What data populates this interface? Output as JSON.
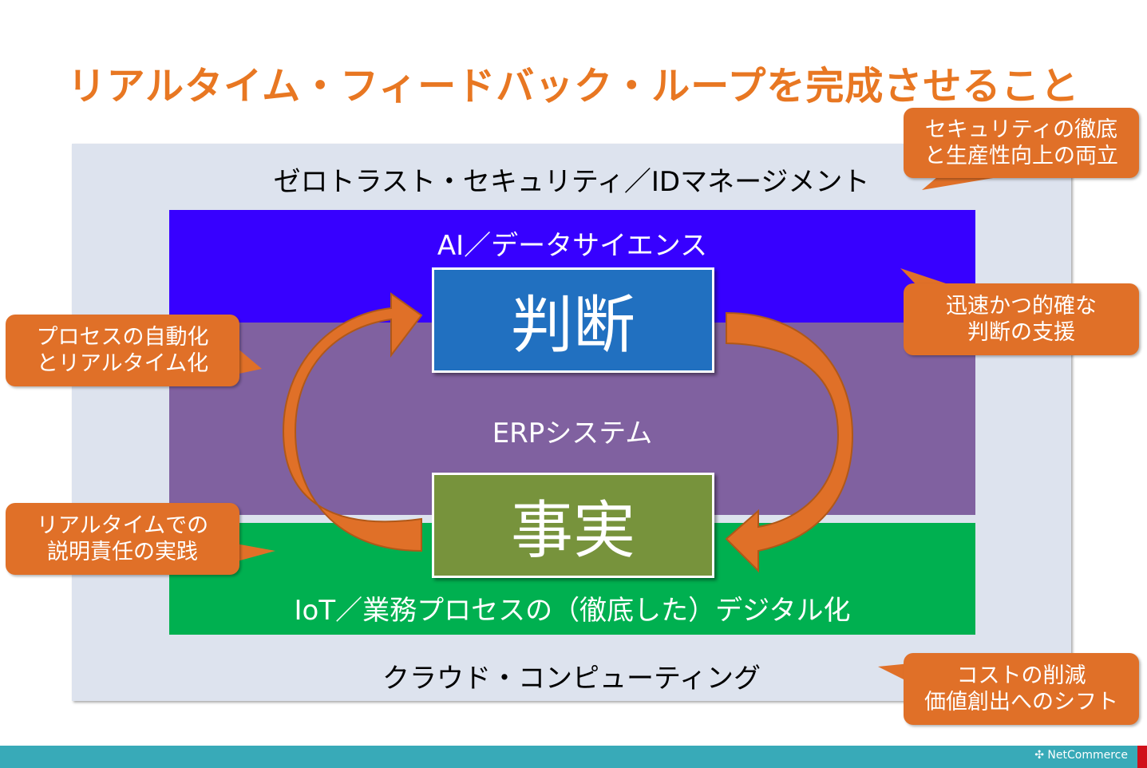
{
  "title": "リアルタイム・フィードバック・ループを完成させること",
  "layers": {
    "top": "ゼロトラスト・セキュリティ／IDマネージメント",
    "ai": "AI／データサイエンス",
    "erp": "ERPシステム",
    "iot": "IoT／業務プロセスの（徹底した）デジタル化",
    "cloud": "クラウド・コンピューティング"
  },
  "boxes": {
    "judge": "判断",
    "fact": "事実"
  },
  "callouts": {
    "security": [
      "セキュリティの徹底",
      "と生産性向上の両立"
    ],
    "decision": [
      "迅速かつ的確な",
      "判断の支援"
    ],
    "automation": [
      "プロセスの自動化",
      "とリアルタイム化"
    ],
    "accountability": [
      "リアルタイムでの",
      "説明責任の実践"
    ],
    "cost": [
      "コストの削減",
      "価値創出へのシフト"
    ]
  },
  "footer": {
    "logo": "NetCommerce"
  },
  "colors": {
    "title": "#e87722",
    "callout": "#e07028",
    "ai": "#3700ff",
    "erp": "#8061a0",
    "iot": "#00b050",
    "footer": "#38aab8"
  }
}
